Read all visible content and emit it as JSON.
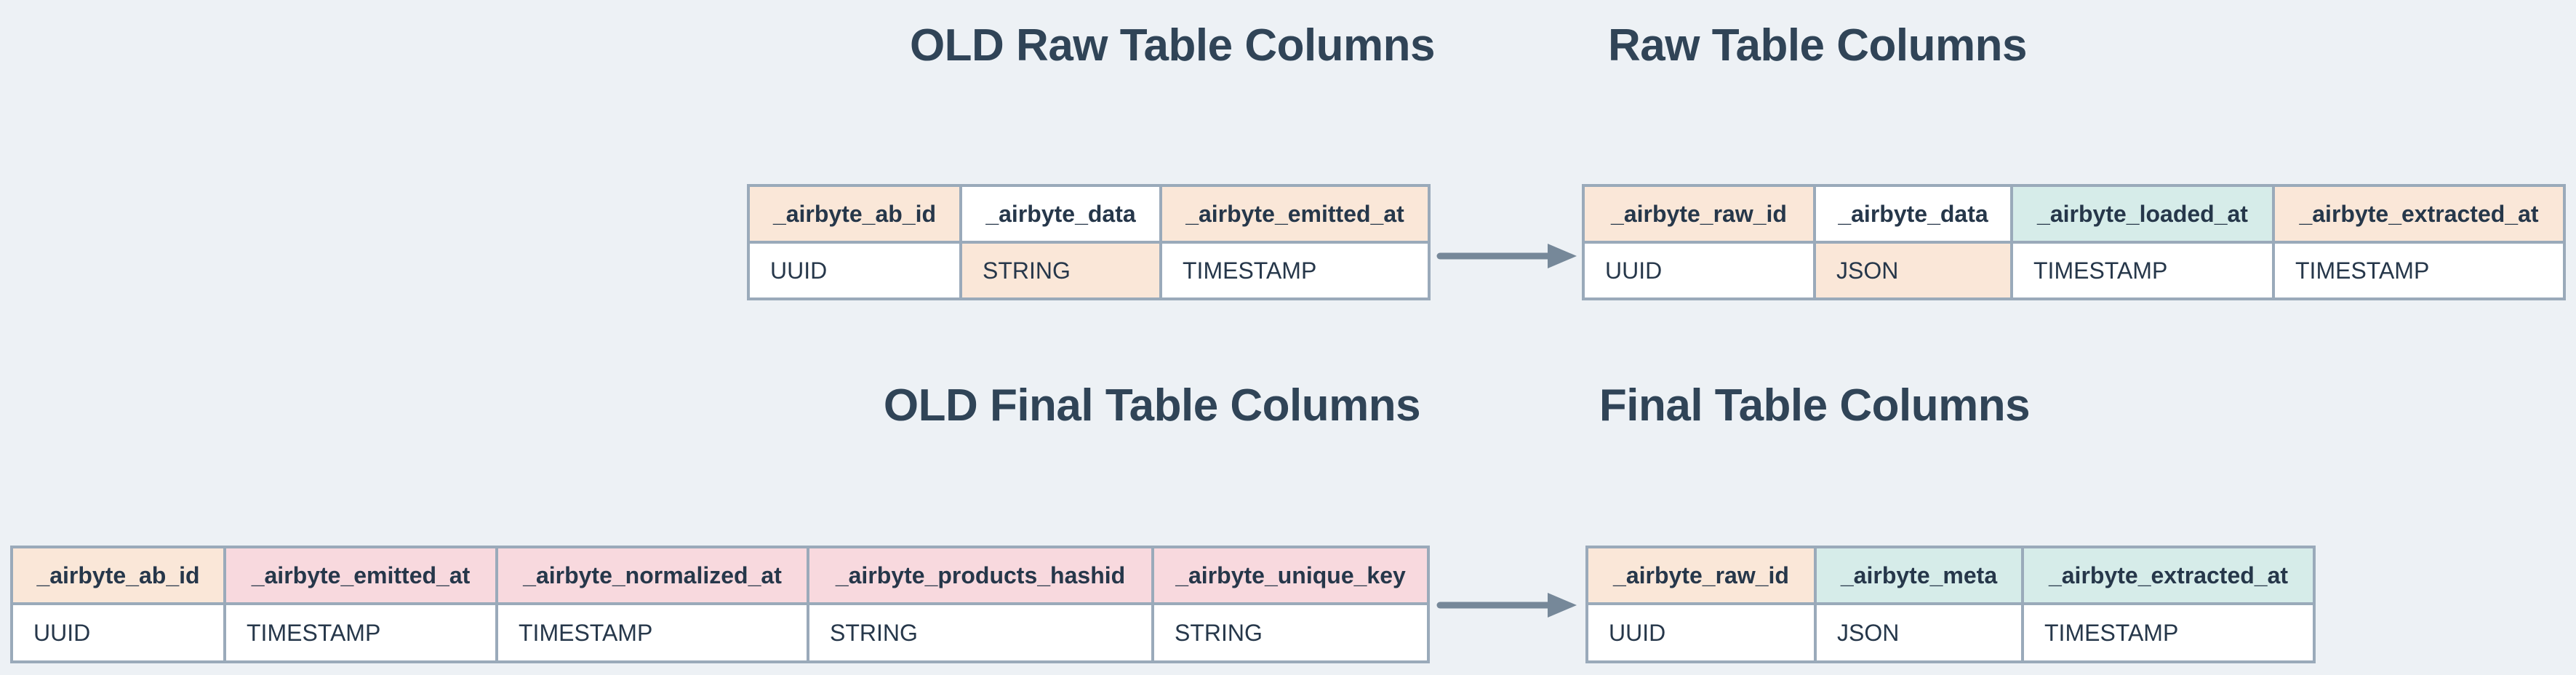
{
  "colors": {
    "background": "#edf1f5",
    "border": "#9aaaba",
    "arrow": "#768899",
    "text": "#26374a",
    "title": "#304457",
    "peach": "#fae7d8",
    "pink": "#f8d9de",
    "teal": "#d6ece9",
    "white": "#ffffff"
  },
  "icons": {
    "flow_arrow": "arrow-right"
  },
  "tables": {
    "old_raw": {
      "title": "OLD Raw Table Columns",
      "columns": [
        {
          "name": "_airbyte_ab_id",
          "type": "UUID",
          "name_hl": "peach",
          "type_hl": "white"
        },
        {
          "name": "_airbyte_data",
          "type": "STRING",
          "name_hl": "white",
          "type_hl": "peach"
        },
        {
          "name": "_airbyte_emitted_at",
          "type": "TIMESTAMP",
          "name_hl": "peach",
          "type_hl": "white"
        }
      ]
    },
    "raw": {
      "title": "Raw Table Columns",
      "columns": [
        {
          "name": "_airbyte_raw_id",
          "type": "UUID",
          "name_hl": "peach",
          "type_hl": "white"
        },
        {
          "name": "_airbyte_data",
          "type": "JSON",
          "name_hl": "white",
          "type_hl": "peach"
        },
        {
          "name": "_airbyte_loaded_at",
          "type": "TIMESTAMP",
          "name_hl": "teal",
          "type_hl": "white"
        },
        {
          "name": "_airbyte_extracted_at",
          "type": "TIMESTAMP",
          "name_hl": "peach",
          "type_hl": "white"
        }
      ]
    },
    "old_final": {
      "title": "OLD Final Table Columns",
      "columns": [
        {
          "name": "_airbyte_ab_id",
          "type": "UUID",
          "name_hl": "peach",
          "type_hl": "white"
        },
        {
          "name": "_airbyte_emitted_at",
          "type": "TIMESTAMP",
          "name_hl": "pink",
          "type_hl": "white"
        },
        {
          "name": "_airbyte_normalized_at",
          "type": "TIMESTAMP",
          "name_hl": "pink",
          "type_hl": "white"
        },
        {
          "name": "_airbyte_products_hashid",
          "type": "STRING",
          "name_hl": "pink",
          "type_hl": "white"
        },
        {
          "name": "_airbyte_unique_key",
          "type": "STRING",
          "name_hl": "pink",
          "type_hl": "white"
        }
      ]
    },
    "final": {
      "title": "Final Table Columns",
      "columns": [
        {
          "name": "_airbyte_raw_id",
          "type": "UUID",
          "name_hl": "peach",
          "type_hl": "white"
        },
        {
          "name": "_airbyte_meta",
          "type": "JSON",
          "name_hl": "teal",
          "type_hl": "white"
        },
        {
          "name": "_airbyte_extracted_at",
          "type": "TIMESTAMP",
          "name_hl": "teal",
          "type_hl": "white"
        }
      ]
    }
  }
}
